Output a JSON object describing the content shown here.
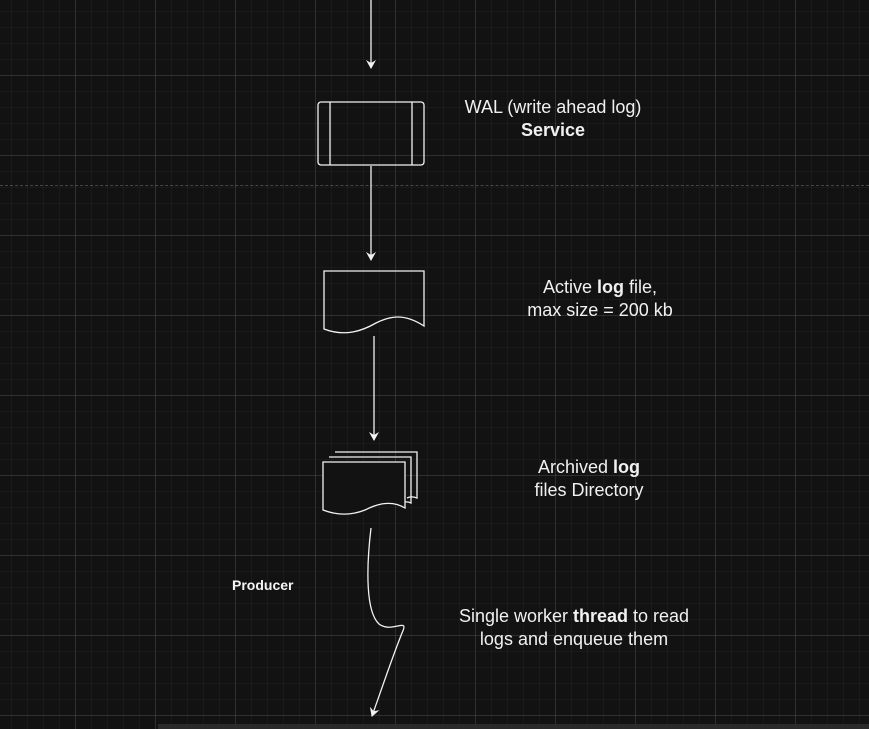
{
  "diagram": {
    "wal_service": {
      "line1": "WAL (write ahead log)",
      "line2": "Service"
    },
    "active_log": {
      "pre": "Active ",
      "bold": "log",
      "post": " file,",
      "line2": "max size = 200 kb"
    },
    "archived_log": {
      "pre": "Archived ",
      "bold": "log",
      "line2": "files Directory"
    },
    "worker": {
      "pre": "Single worker ",
      "bold": "thread",
      "post": " to read",
      "line2": "logs and enqueue them"
    },
    "producer_label": "Producer"
  },
  "colors": {
    "background": "#121212",
    "stroke": "#f2f2f2",
    "text": "#f0f0f0"
  }
}
